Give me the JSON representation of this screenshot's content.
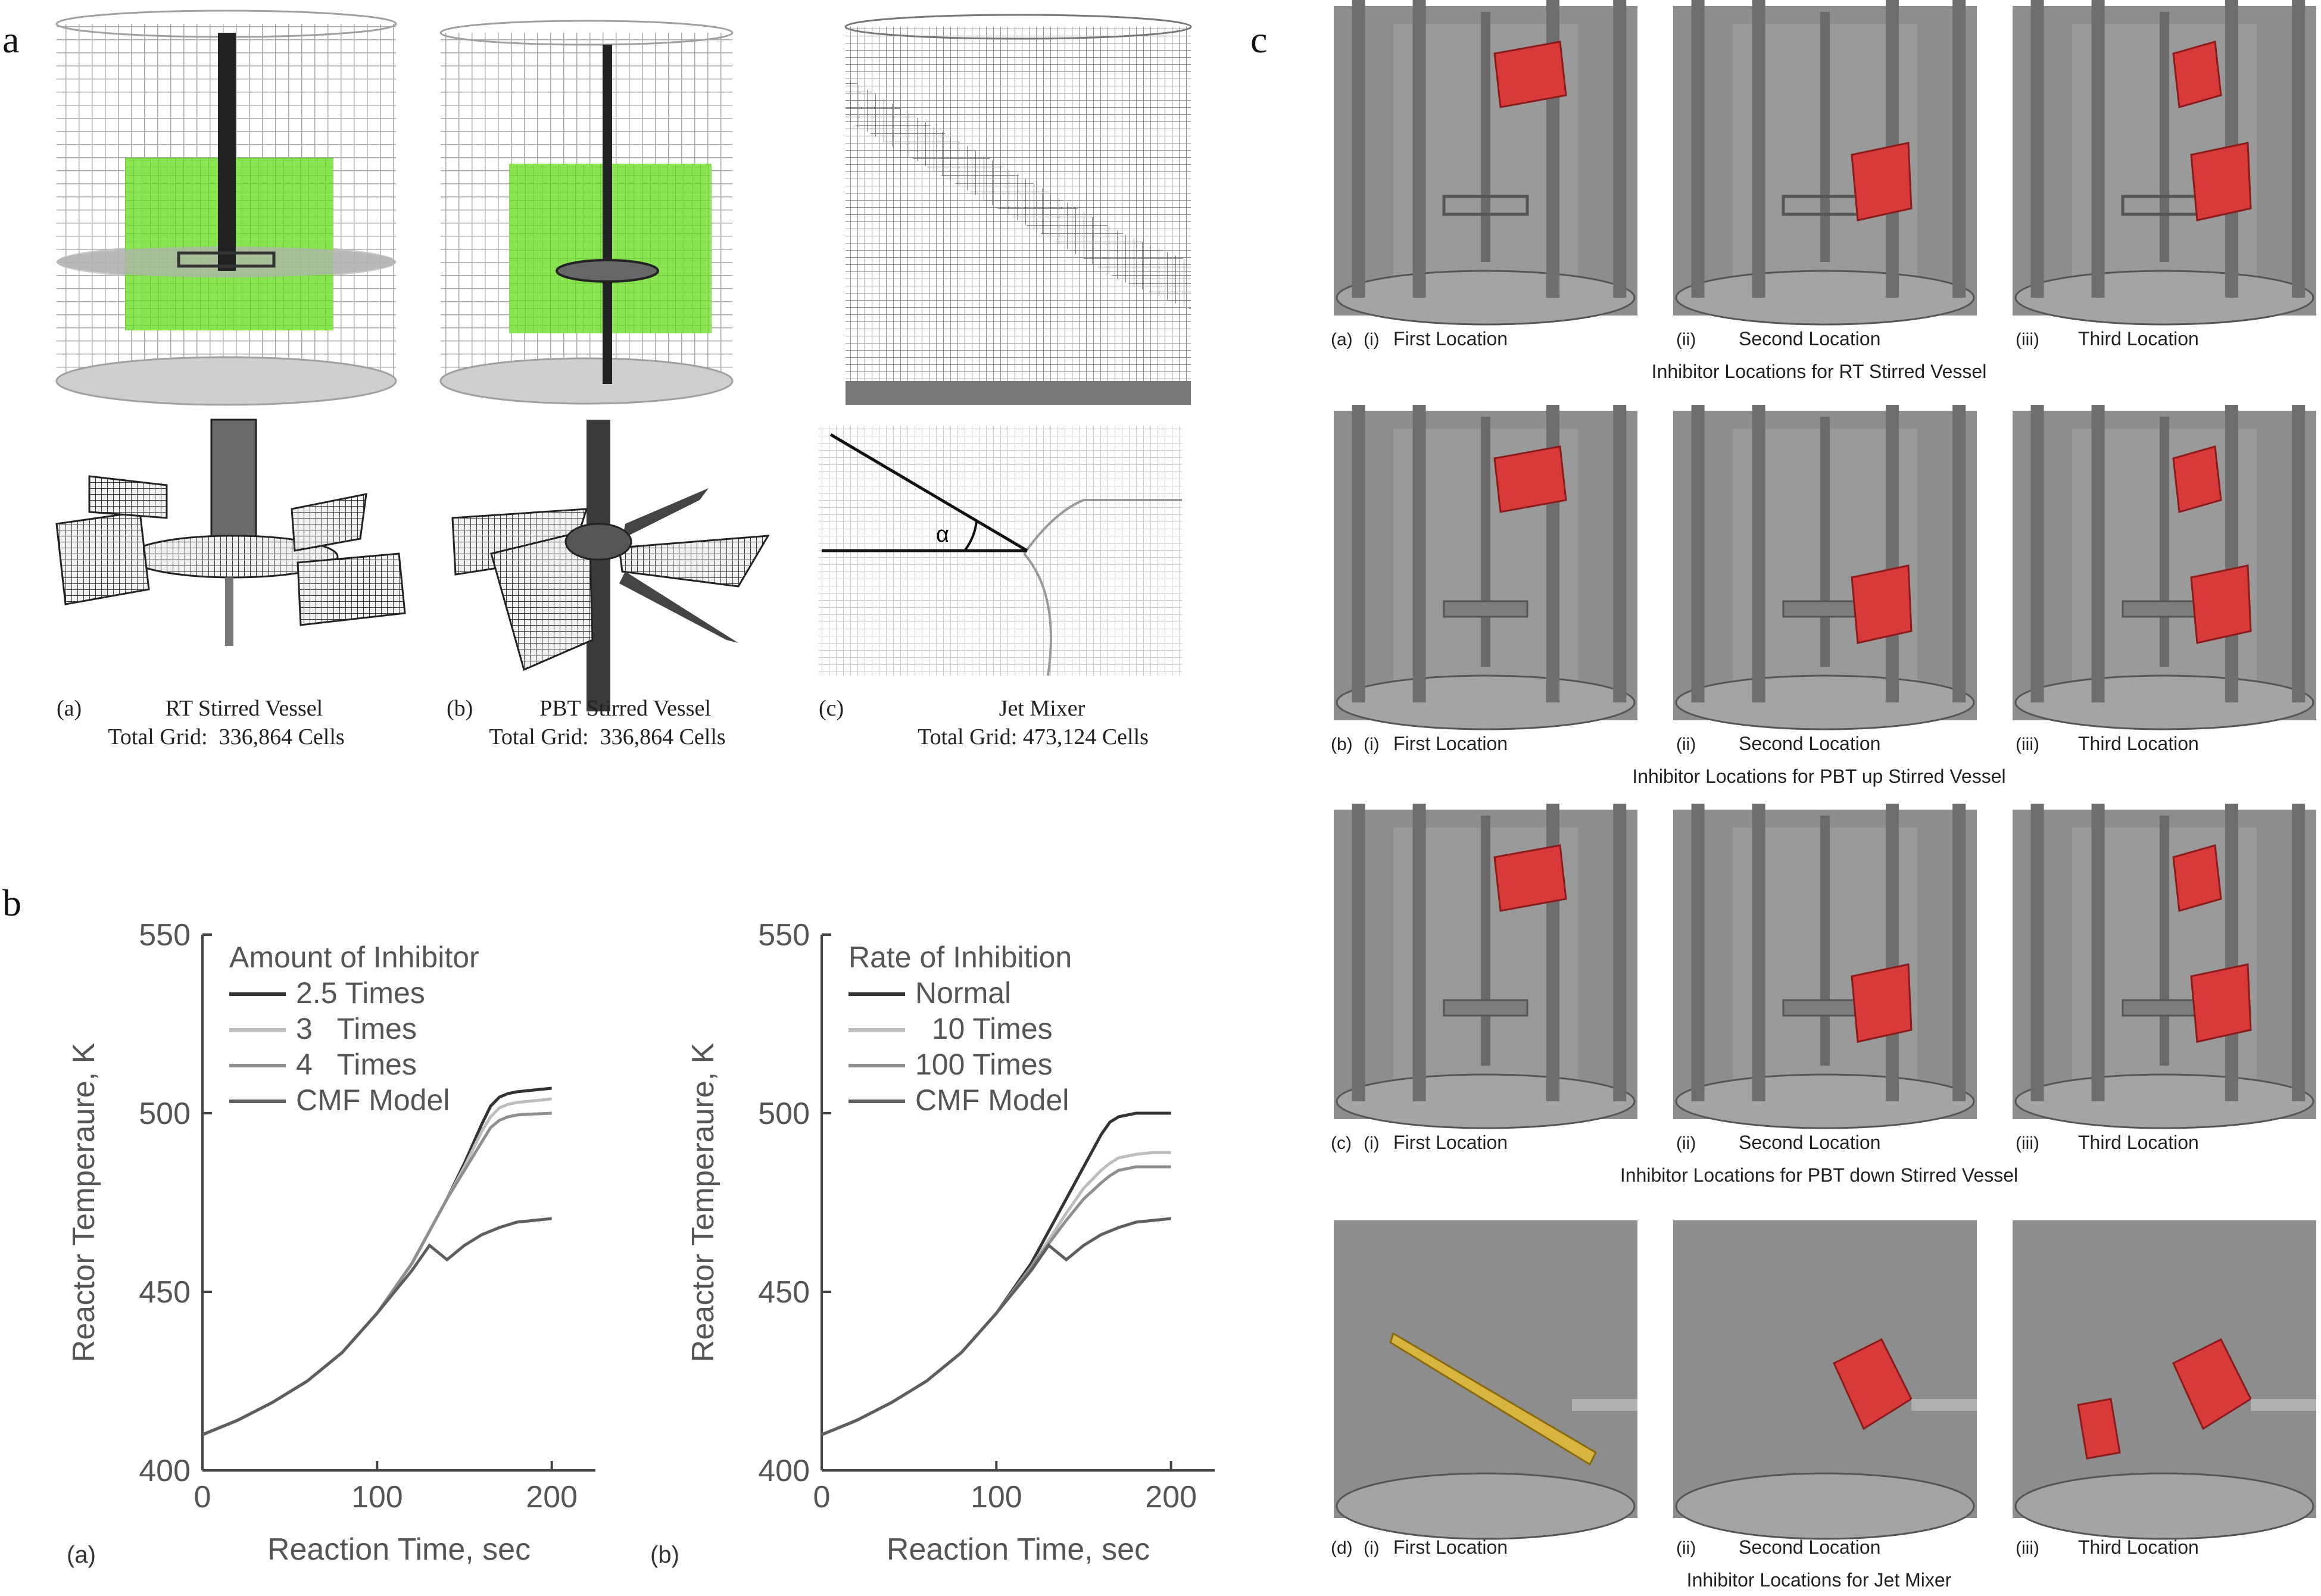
{
  "panel_letters": [
    "a",
    "b",
    "c"
  ],
  "panel_a": {
    "items": [
      {
        "tag": "(a)",
        "title": "RT Stirred Vessel",
        "grid": "Total Grid:  336,864 Cells"
      },
      {
        "tag": "(b)",
        "title": "PBT Stirred Vessel",
        "grid": "Total Grid:  336,864 Cells"
      },
      {
        "tag": "(c)",
        "title": "Jet Mixer",
        "grid": "Total Grid: 473,124 Cells"
      }
    ],
    "alpha_symbol": "α",
    "colors": {
      "mesh": "#9a9a9a",
      "zone": "#7fe040",
      "shaft": "#222222"
    }
  },
  "panel_c": {
    "rows": [
      {
        "tag": "(a)",
        "labels": [
          "(i)",
          "First Location",
          "(ii)",
          "Second Location",
          "(iii)",
          "Third Location"
        ],
        "caption": "Inhibitor Locations for RT Stirred Vessel"
      },
      {
        "tag": "(b)",
        "labels": [
          "(i)",
          "First Location",
          "(ii)",
          "Second Location",
          "(iii)",
          "Third Location"
        ],
        "caption": "Inhibitor Locations for PBT up Stirred Vessel"
      },
      {
        "tag": "(c)",
        "labels": [
          "(i)",
          "First Location",
          "(ii)",
          "Second Location",
          "(iii)",
          "Third Location"
        ],
        "caption": "Inhibitor Locations for PBT down Stirred Vessel"
      },
      {
        "tag": "(d)",
        "labels": [
          "(i)",
          "First Location",
          "(ii)",
          "Second Location",
          "(iii)",
          "Third Location"
        ],
        "caption": "Inhibitor Locations for Jet Mixer"
      }
    ],
    "colors": {
      "vessel": "#8c8c8c",
      "vessel_dark": "#6f6f6f",
      "inhibitor": "#d83a3a",
      "injector": "#d9b540"
    }
  },
  "chart_data": [
    {
      "type": "line",
      "panel_tag": "(a)",
      "xlabel": "Reaction Time, sec",
      "ylabel": "Reactor Temperaure, K",
      "xlim": [
        0,
        225
      ],
      "ylim": [
        400,
        550
      ],
      "xticks": [
        0,
        100,
        200
      ],
      "yticks": [
        400,
        450,
        500,
        550
      ],
      "legend_title": "Amount of Inhibitor",
      "legend_placement": "top-left",
      "series": [
        {
          "name": "2.5 Times",
          "color": "#333333",
          "x": [
            0,
            20,
            40,
            60,
            80,
            100,
            120,
            140,
            150,
            160,
            165,
            170,
            175,
            180,
            190,
            200
          ],
          "y": [
            410,
            414,
            419,
            425,
            433,
            444,
            458,
            476,
            486,
            497,
            502,
            504.5,
            505.5,
            506,
            506.5,
            507
          ]
        },
        {
          "name": "3   Times",
          "color": "#bdbdbd",
          "x": [
            0,
            20,
            40,
            60,
            80,
            100,
            120,
            140,
            150,
            160,
            165,
            170,
            175,
            180,
            190,
            200
          ],
          "y": [
            410,
            414,
            419,
            425,
            433,
            444,
            458,
            476,
            485,
            495,
            499,
            501.5,
            502.5,
            503,
            503.5,
            504
          ]
        },
        {
          "name": "4   Times",
          "color": "#8f8f8f",
          "x": [
            0,
            20,
            40,
            60,
            80,
            100,
            120,
            140,
            150,
            160,
            165,
            170,
            175,
            180,
            190,
            200
          ],
          "y": [
            410,
            414,
            419,
            425,
            433,
            444,
            458,
            476,
            484,
            492,
            496,
            498,
            499,
            499.5,
            499.8,
            500
          ]
        },
        {
          "name": "CMF Model",
          "color": "#5e5e5e",
          "x": [
            0,
            20,
            40,
            60,
            80,
            100,
            120,
            130,
            140,
            150,
            160,
            170,
            180,
            190,
            200
          ],
          "y": [
            410,
            414,
            419,
            425,
            433,
            444,
            456,
            463,
            459,
            463,
            466,
            468,
            469.5,
            470,
            470.5
          ]
        }
      ]
    },
    {
      "type": "line",
      "panel_tag": "(b)",
      "xlabel": "Reaction Time, sec",
      "ylabel": "Reactor Temperaure, K",
      "xlim": [
        0,
        225
      ],
      "ylim": [
        400,
        550
      ],
      "xticks": [
        0,
        100,
        200
      ],
      "yticks": [
        400,
        450,
        500,
        550
      ],
      "legend_title": "Rate of Inhibition",
      "legend_placement": "top-left",
      "series": [
        {
          "name": "Normal",
          "color": "#333333",
          "x": [
            0,
            20,
            40,
            60,
            80,
            100,
            120,
            140,
            150,
            160,
            165,
            170,
            175,
            180,
            190,
            200
          ],
          "y": [
            410,
            414,
            419,
            425,
            433,
            444,
            458,
            476,
            485,
            494,
            497.5,
            499,
            499.5,
            500,
            500,
            500
          ]
        },
        {
          "name": "  10 Times",
          "color": "#bdbdbd",
          "x": [
            0,
            20,
            40,
            60,
            80,
            100,
            120,
            140,
            150,
            160,
            165,
            170,
            175,
            180,
            190,
            200
          ],
          "y": [
            410,
            414,
            419,
            425,
            433,
            444,
            457,
            472,
            479,
            484,
            486,
            487.5,
            488,
            488.5,
            489,
            489
          ]
        },
        {
          "name": "100 Times",
          "color": "#8f8f8f",
          "x": [
            0,
            20,
            40,
            60,
            80,
            100,
            120,
            140,
            150,
            160,
            165,
            170,
            175,
            180,
            190,
            200
          ],
          "y": [
            410,
            414,
            419,
            425,
            433,
            444,
            457,
            470,
            476,
            480.5,
            482.5,
            484,
            484.5,
            485,
            485,
            485
          ]
        },
        {
          "name": "CMF Model",
          "color": "#5e5e5e",
          "x": [
            0,
            20,
            40,
            60,
            80,
            100,
            120,
            130,
            140,
            150,
            160,
            170,
            180,
            190,
            200
          ],
          "y": [
            410,
            414,
            419,
            425,
            433,
            444,
            456,
            463,
            459,
            463,
            466,
            468,
            469.5,
            470,
            470.5
          ]
        }
      ]
    }
  ]
}
